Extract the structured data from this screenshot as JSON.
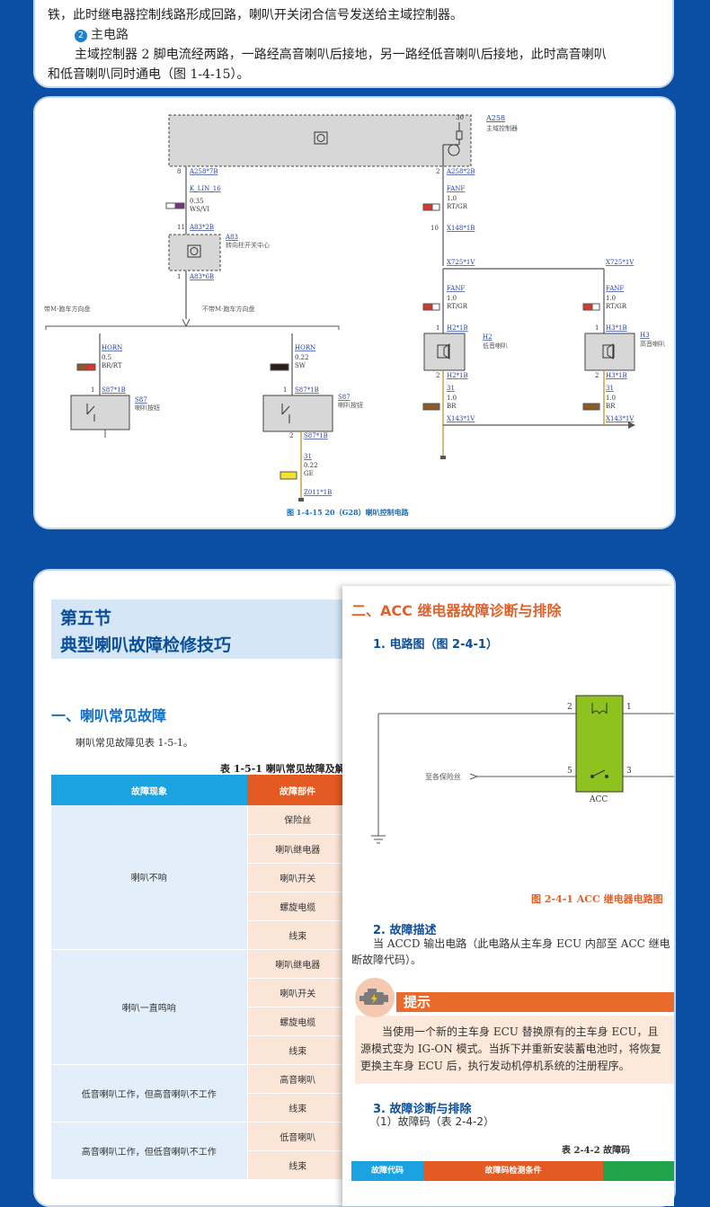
{
  "top_text": {
    "line1": "铁，此时继电器控制线路形成回路，喇叭开关闭合信号发送给主域控制器。",
    "num2": "2",
    "heading2": "主电路",
    "line3": "主域控制器 2 脚电流经两路，一路经高音喇叭后接地，另一路经低音喇叭后接地，此时高音喇叭",
    "line4": "和低音喇叭同时通电（图 1-4-15）。"
  },
  "diagram": {
    "caption": "图 1-4-15   20（G28）喇叭控制电路",
    "module_a258": "A258",
    "module_a258_desc": "主域控制器",
    "pin30": "30",
    "pin8": "8",
    "pin2": "2",
    "conn_a258_7b": "A258*7B",
    "conn_a258_2b": "A258*2B",
    "wire_klin": "K_LIN_16",
    "wire_klin_spec": "0.35",
    "wire_klin_color": "WS/VI",
    "wire_fanf": "FANF",
    "wire_fanf_spec": "1.0",
    "wire_fanf_color": "RT/GR",
    "pin10": "10",
    "conn_x148": "X148*1B",
    "pin11": "11",
    "conn_a83_2b": "A83*2B",
    "module_a83": "A83",
    "module_a83_desc": "转向柱开关中心",
    "pin1": "1",
    "conn_a83_6b": "A83*6B",
    "branch_with_m": "带M-跑车方向盘",
    "branch_without_m": "不带M-跑车方向盘",
    "conn_x725": "X725*1V",
    "conn_h2": "H2*1B",
    "h2": "H2",
    "h2_desc": "低音喇叭",
    "conn_h3": "H3*1B",
    "h3": "H3",
    "h3_desc": "高音喇叭",
    "conn_h2_2b": "H2*1B",
    "conn_h3_2b": "H3*1B",
    "wire_31": "31",
    "wire_31_spec": "1.0",
    "wire_31_color": "BR",
    "conn_x143": "X143*1V",
    "wire_horn": "HORN",
    "horn1_spec": "0.5",
    "horn1_color": "BR/RT",
    "horn2_spec": "0.22",
    "horn2_color": "SW",
    "conn_s87": "S87*1B",
    "s87": "S87",
    "s87_desc": "喇叭按钮",
    "wire_31b_spec": "0.22",
    "wire_31b_color": "GE",
    "conn_z011": "Z011*1B"
  },
  "section": {
    "number": "第五节",
    "title": "典型喇叭故障检修技巧",
    "faults_heading": "一、喇叭常见故障",
    "faults_intro": "喇叭常见故障见表 1-5-1。",
    "table_title": "表 1-5-1   喇叭常见故障及解",
    "col_symptom": "故障现象",
    "col_part": "故障部件",
    "groups": [
      {
        "symptom": "喇叭不响",
        "parts": [
          "保险丝",
          "喇叭继电器",
          "喇叭开关",
          "螺旋电缆",
          "线束"
        ]
      },
      {
        "symptom": "喇叭一直鸣响",
        "parts": [
          "喇叭继电器",
          "喇叭开关",
          "螺旋电缆",
          "线束"
        ]
      },
      {
        "symptom": "低音喇叭工作，但高音喇叭不工作",
        "parts": [
          "高音喇叭",
          "线束"
        ]
      },
      {
        "symptom": "高音喇叭工作，但低音喇叭不工作",
        "parts": [
          "低音喇叭",
          "线束"
        ]
      }
    ]
  },
  "acc": {
    "heading": "二、ACC 继电器故障诊断与排除",
    "sub1": "1. 电路图（图 2-4-1）",
    "pin2": "2",
    "pin1": "1",
    "pin5": "5",
    "pin3": "3",
    "fuse_label": "至各保险丝",
    "relay_label": "ACC",
    "fig_caption": "图 2-4-1   ACC 继电器电路图",
    "sub2": "2. 故障描述",
    "desc_line1": "当 ACCD 输出电路（此电路从主车身 ECU 内部至 ACC 继电",
    "desc_line2": "断故障代码）。",
    "tip_label": "提示",
    "tip_line1": "当使用一个新的主车身 ECU 替换原有的主车身 ECU，且",
    "tip_line2": "源模式变为 IG-ON 模式。当拆下并重新安装蓄电池时，将恢复",
    "tip_line3": "更换主车身 ECU 后，执行发动机停机系统的注册程序。",
    "sub3": "3. 故障诊断与排除",
    "sub3_item": "（1）故障码（表 2-4-2）",
    "code_table_title": "表 2-4-2   故障码",
    "col_code": "故障代码",
    "col_condition": "故障码检测条件"
  },
  "colors": {
    "background": "#0a4fa3",
    "accent_blue": "#0b4e9a",
    "accent_orange": "#e0622b",
    "relay_green": "#8dc21f"
  }
}
